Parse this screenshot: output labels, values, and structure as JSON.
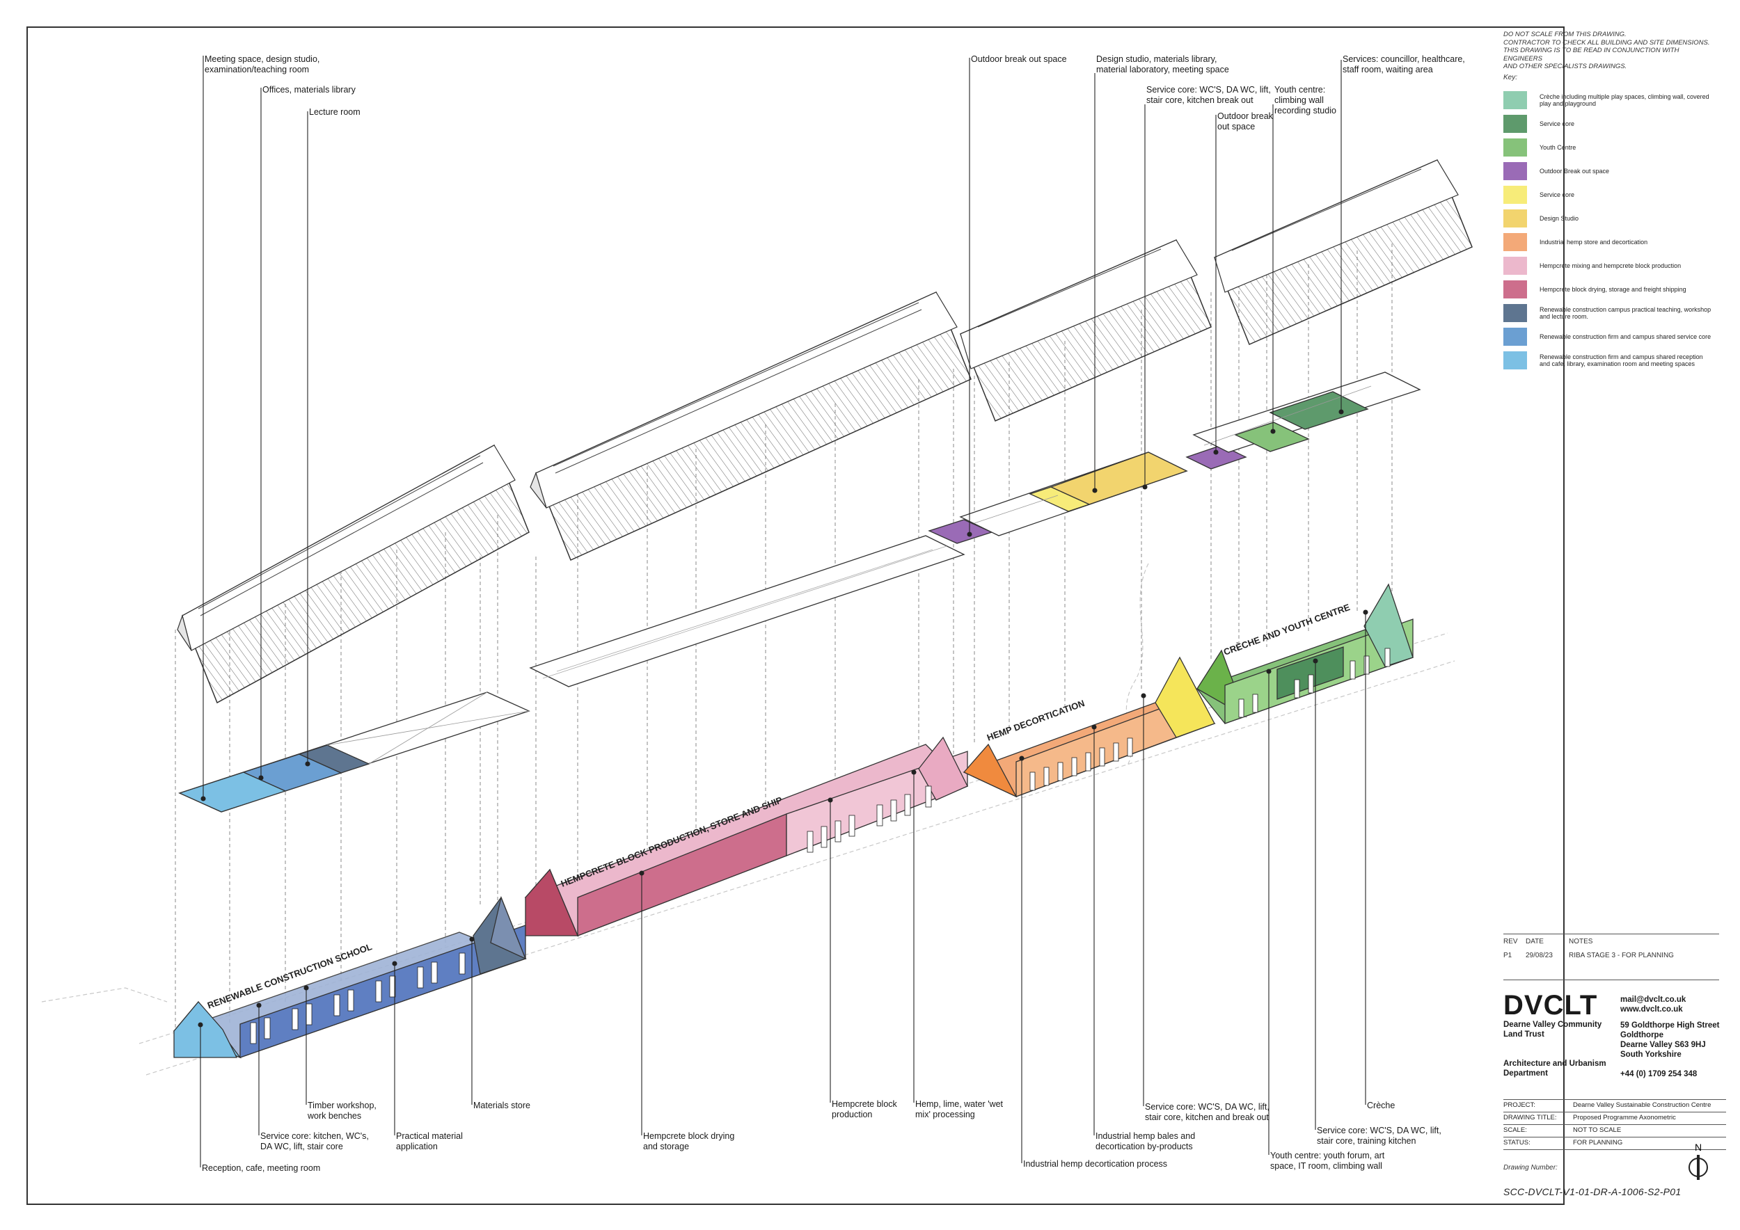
{
  "annotations": {
    "a01": "Meeting space, design studio,\nexamination/teaching room",
    "a02": "Offices, materials library",
    "a03": "Lecture room",
    "a04": "Outdoor break out space",
    "a05": "Design studio, materials library,\nmaterial laboratory, meeting space",
    "a06": "Service core: WC'S, DA WC, lift,\nstair core, kitchen break out",
    "a07": "Outdoor break\nout space",
    "a08": "Youth centre:\nclimbing wall\nrecording studio",
    "a09": "Services: councillor, healthcare,\nstaff room, waiting area",
    "b01": "Reception, cafe, meeting room",
    "b02": "Service core: kitchen, WC's,\nDA WC, lift, stair core",
    "b03": "Timber workshop,\nwork benches",
    "b04": "Practical material\napplication",
    "b05": "Materials store",
    "b06": "Hempcrete block drying\nand storage",
    "b07": "Hempcrete block\nproduction",
    "b08": "Hemp, lime, water 'wet\nmix' processing",
    "b09": "Industrial hemp decortication process",
    "b10": "Industrial hemp bales and\ndecortication by-products",
    "b11": "Service core: WC'S, DA WC, lift,\nstair core, kitchen and break out",
    "b12": "Youth centre: youth forum, art\nspace, IT room, climbing wall",
    "b13": "Service core: WC'S, DA WC, lift,\nstair core, training kitchen",
    "b14": "Crèche"
  },
  "building_labels": {
    "school": "RENEWABLE CONSTRUCTION SCHOOL",
    "hempcrete": "HEMPCRETE BLOCK PRODUCTION, STORE AND SHIP",
    "decortication": "HEMP DECORTICATION",
    "creche": "CRÈCHE AND YOUTH CENTRE"
  },
  "disclaimer": "Do not scale from this drawing.\nContractor to check all building and site dimensions.\nThis drawing is to be read in conjunction with engineers\nand other specialists drawings.",
  "key": {
    "title": "Key:",
    "items": [
      {
        "label": "Crèche including multiple play spaces, climbing wall, covered play and playground",
        "color": "#8fcdb0"
      },
      {
        "label": "Service core",
        "color": "#5e9a6c"
      },
      {
        "label": "Youth Centre",
        "color": "#86c27a"
      },
      {
        "label": "Outdoor Break out space",
        "color": "#9a6bb6"
      },
      {
        "label": "Service core",
        "color": "#f7ec79"
      },
      {
        "label": "Design Studio",
        "color": "#f2d46e"
      },
      {
        "label": "Industrial hemp store and decortication",
        "color": "#f3a978"
      },
      {
        "label": "Hempcrete mixing and hempcrete block production",
        "color": "#ecb8cc"
      },
      {
        "label": "Hempcrete block drying, storage and freight shipping",
        "color": "#cd6e8c"
      },
      {
        "label": "Renewable construction campus practical teaching, workshop and lecture room.",
        "color": "#5e7590"
      },
      {
        "label": "Renewable construction firm and campus shared service core",
        "color": "#6b9fd2"
      },
      {
        "label": "Renewable construction firm and campus shared reception and cafe, library, examination room and meeting spaces",
        "color": "#7cc0e4"
      }
    ]
  },
  "revisions": {
    "headers": [
      "REV",
      "DATE",
      "NOTES"
    ],
    "rows": [
      [
        "P1",
        "29/08/23",
        "RIBA STAGE 3 - FOR PLANNING"
      ]
    ]
  },
  "org": {
    "logo": "DVCLT",
    "name": "Dearne Valley Community\nLand Trust",
    "department": "Architecture and Urbanism\nDepartment",
    "contact": "mail@dvclt.co.uk\nwww.dvclt.co.uk",
    "address": "59 Goldthorpe High Street\nGoldthorpe\nDearne Valley S63 9HJ\nSouth Yorkshire",
    "phone": "+44 (0) 1709 254 348"
  },
  "info": [
    {
      "label": "PROJECT:",
      "value": "Dearne Valley Sustainable Construction Centre"
    },
    {
      "label": "DRAWING TITLE:",
      "value": "Proposed Programme Axonometric"
    },
    {
      "label": "SCALE:",
      "value": "NOT TO SCALE"
    },
    {
      "label": "STATUS:",
      "value": "FOR PLANNING"
    }
  ],
  "drawing_number_label": "Drawing Number:",
  "drawing_number": "SCC-DVCLT-V1-01-DR-A-1006-S2-P01",
  "north_label": "N"
}
